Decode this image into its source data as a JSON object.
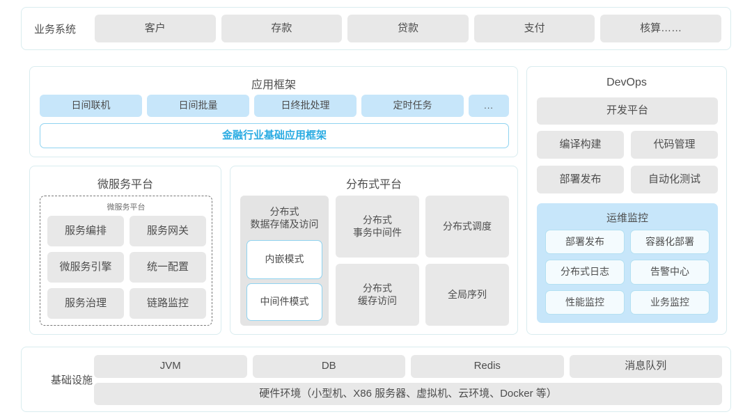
{
  "business_layer": {
    "label": "业务系统",
    "items": [
      "客户",
      "存款",
      "贷款",
      "支付",
      "核算……"
    ]
  },
  "app_framework": {
    "title": "应用框架",
    "items": [
      "日间联机",
      "日间批量",
      "日终批处理",
      "定时任务",
      "..."
    ],
    "base_framework": "金融行业基础应用框架",
    "base_framework_color": "#29abe2"
  },
  "microservice_platform": {
    "title": "微服务平台",
    "inner_title": "微服务平台",
    "items": [
      "服务编排",
      "服务网关",
      "微服务引擎",
      "统一配置",
      "服务治理",
      "链路监控"
    ]
  },
  "distributed_platform": {
    "title": "分布式平台",
    "storage_column": {
      "title": "分布式\n数据存储及访问",
      "modes": [
        "内嵌模式",
        "中间件模式"
      ]
    },
    "items": [
      "分布式\n事务中间件",
      "分布式调度",
      "分布式\n缓存访问",
      "全局序列"
    ]
  },
  "devops": {
    "title": "DevOps",
    "platform": "开发平台",
    "items": [
      "编译构建",
      "代码管理",
      "部署发布",
      "自动化测试"
    ],
    "ops_monitoring": {
      "title": "运维监控",
      "items": [
        "部署发布",
        "容器化部署",
        "分布式日志",
        "告警中心",
        "性能监控",
        "业务监控"
      ]
    }
  },
  "infrastructure": {
    "label": "基础设施",
    "items": [
      "JVM",
      "DB",
      "Redis",
      "消息队列"
    ],
    "hardware": "硬件环境（小型机、X86 服务器、虚拟机、云环境、Docker 等）"
  },
  "theme": {
    "panel_border": "#d9ecef",
    "tile_grey": "#e8e8e8",
    "tile_blue": "#c7e6fa",
    "accent": "#29abe2"
  }
}
